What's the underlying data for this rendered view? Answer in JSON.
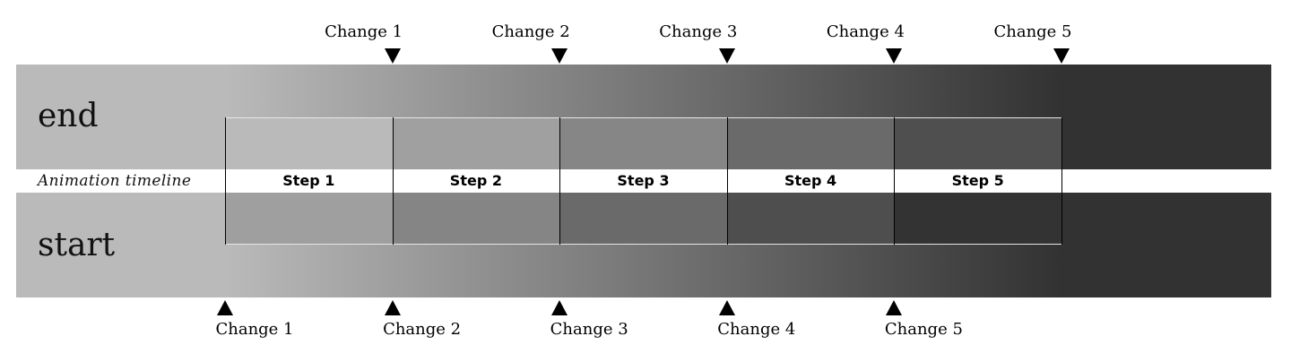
{
  "rows": {
    "end": "end",
    "start": "start"
  },
  "timeline_label": "Animation timeline",
  "steps": [
    {
      "label": "Step 1",
      "end_color": "#bababa",
      "start_color": "#9f9f9f"
    },
    {
      "label": "Step 2",
      "end_color": "#a0a0a0",
      "start_color": "#858585"
    },
    {
      "label": "Step 3",
      "end_color": "#868686",
      "start_color": "#6a6a6a"
    },
    {
      "label": "Step 4",
      "end_color": "#6a6a6a",
      "start_color": "#4e4e4e"
    },
    {
      "label": "Step 5",
      "end_color": "#4f4f4f",
      "start_color": "#333333"
    }
  ],
  "top_changes": [
    "Change 1",
    "Change 2",
    "Change 3",
    "Change 4",
    "Change 5"
  ],
  "bottom_changes": [
    "Change 1",
    "Change 2",
    "Change 3",
    "Change 4",
    "Change 5"
  ],
  "colors": {
    "band_light": "#bababa",
    "band_dark": "#323232",
    "arrow": "#000000"
  }
}
